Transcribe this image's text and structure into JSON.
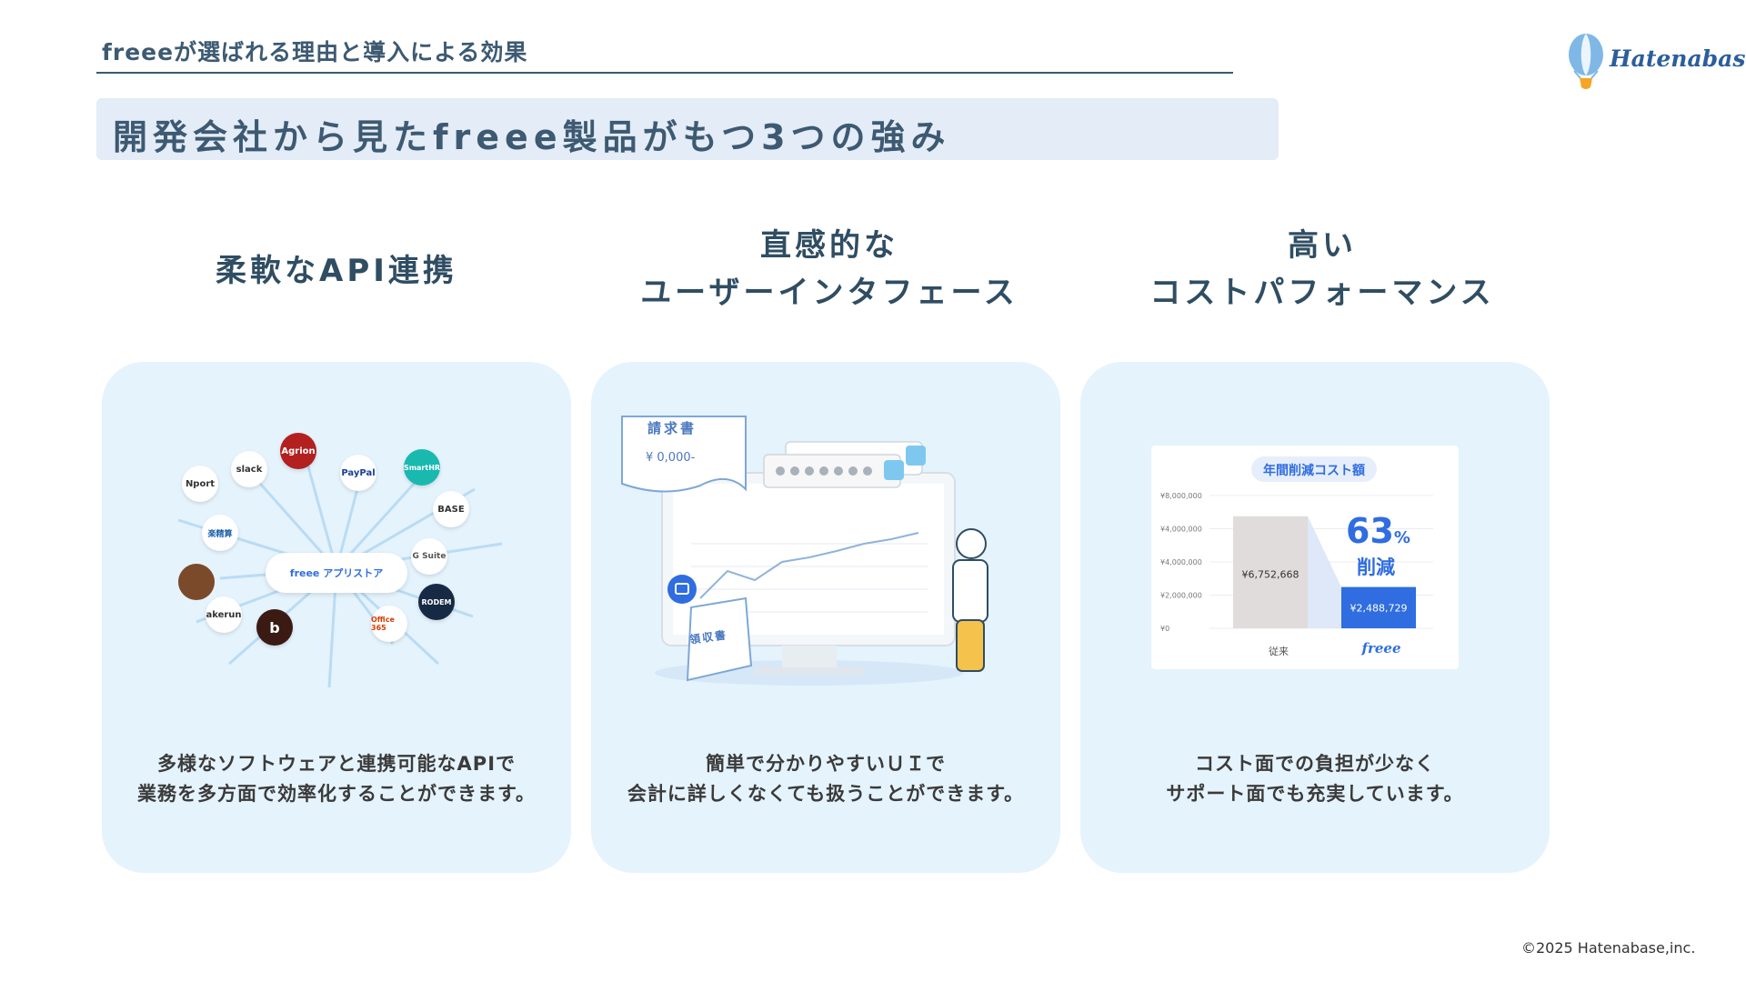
{
  "header": {
    "section_title": "freeeが選ばれる理由と導入による効果",
    "logo_text": "Hatenabase",
    "headline": "開発会社から見たfreee製品がもつ3つの強み"
  },
  "columns": [
    {
      "title_line1": "柔軟なAPI連携",
      "title_line2": "",
      "desc_line1": "多様なソフトウェアと連携可能なAPIで",
      "desc_line2": "業務を多方面で効率化することができます。"
    },
    {
      "title_line1": "直感的な",
      "title_line2": "ユーザーインタフェース",
      "desc_line1": "簡単で分かりやすいＵＩで",
      "desc_line2": "会計に詳しくなくても扱うことができます。"
    },
    {
      "title_line1": "高い",
      "title_line2": "コストパフォーマンス",
      "desc_line1": "コスト面での負担が少なく",
      "desc_line2": "サポート面でも充実しています。"
    }
  ],
  "api_diagram": {
    "center_label": "freee アプリストア",
    "nodes": [
      "slack",
      "Agrion",
      "PayPal",
      "SmartHR",
      "BASE",
      "G Suite",
      "RODEM",
      "Office 365",
      "akerun",
      "楽精算",
      "Nport",
      "b"
    ]
  },
  "ui_illustration": {
    "invoice_label": "請求書",
    "receipt_label": "領収書",
    "invoice_amount": "¥ 0,000-"
  },
  "chart_data": {
    "type": "bar",
    "title": "年間削減コスト額",
    "categories": [
      "従来",
      "freee"
    ],
    "values": [
      6752668,
      2488729
    ],
    "value_labels": [
      "¥6,752,668",
      "¥2,488,729"
    ],
    "ylim": [
      0,
      8000000
    ],
    "yticks": [
      0,
      2000000,
      4000000,
      6000000,
      8000000
    ],
    "ytick_labels": [
      "¥0",
      "¥2,000,000",
      "¥4,000,000",
      "¥4,000,000",
      "¥8,000,000"
    ],
    "reduction_value": "63",
    "reduction_unit": "%",
    "reduction_label": "削減",
    "grid": true,
    "colors": {
      "before": "#e0dcdb",
      "after": "#2f6de0",
      "accent": "#2f6de0"
    }
  },
  "footer": {
    "copyright": "©2025 Hatenabase,inc."
  }
}
